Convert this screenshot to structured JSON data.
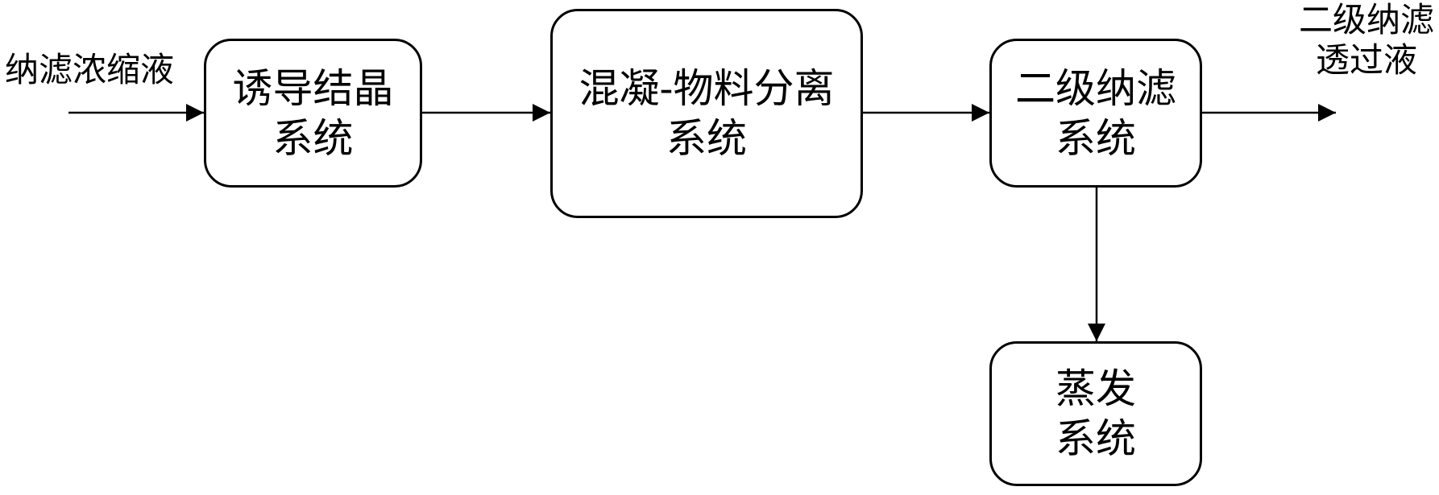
{
  "input_label": "纳滤浓缩液",
  "output_label": [
    "二级纳滤",
    "透过液"
  ],
  "boxes": [
    {
      "line1": "诱导结晶",
      "line2": "系统"
    },
    {
      "line1": "混凝-物料分离",
      "line2": "系统"
    },
    {
      "line1": "二级纳滤",
      "line2": "系统"
    },
    {
      "line1": "蒸发",
      "line2": "系统"
    }
  ]
}
